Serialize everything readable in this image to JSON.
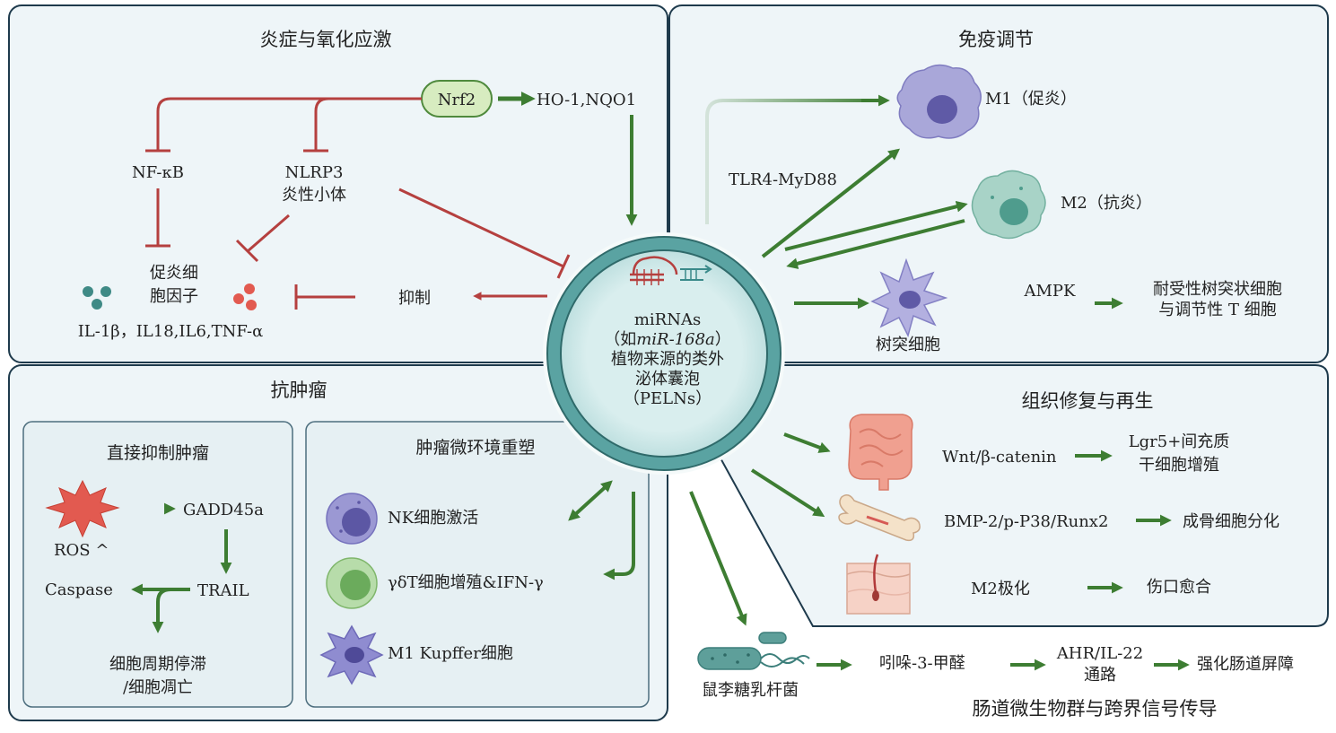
{
  "panels": {
    "inflammation": {
      "title": "炎症与氧化应激",
      "nrf2": "Nrf2",
      "ho1_nqo1": "HO-1,NQO1",
      "nfkb": "NF-κB",
      "nlrp3_line1": "NLRP3",
      "nlrp3_line2": "炎性小体",
      "proinflammatory_line1": "促炎细",
      "proinflammatory_line2": "胞因子",
      "cytokines": "IL-1β，IL18,IL6,TNF-α",
      "inhibit": "抑制"
    },
    "immune": {
      "title": "免疫调节",
      "m1": "M1（促炎）",
      "m2": "M2（抗炎）",
      "tlr4": "TLR4-MyD88",
      "ampk": "AMPK",
      "dc": "树突细胞",
      "tolerant_line1": "耐受性树突状细胞",
      "tolerant_line2": "与调节性 T 细胞"
    },
    "antitumor": {
      "title": "抗肿瘤",
      "direct": {
        "title": "直接抑制肿瘤",
        "ros": "ROS ^",
        "gadd45a": "GADD45a",
        "trail": "TRAIL",
        "caspase": "Caspase",
        "outcome_line1": "细胞周期停滞",
        "outcome_line2": "/细胞凋亡"
      },
      "microenv": {
        "title": "肿瘤微环境重塑",
        "nk": "NK细胞激活",
        "gdt": "γδT细胞增殖&IFN-γ",
        "kupffer": "M1 Kupffer细胞"
      }
    },
    "repair": {
      "title": "组织修复与再生",
      "wnt": "Wnt/β-catenin",
      "lgr5_line1": "Lgr5+间充质",
      "lgr5_line2": "干细胞增殖",
      "bmp": "BMP-2/p-P38/Runx2",
      "osteo": "成骨细胞分化",
      "m2pol": "M2极化",
      "wound": "伤口愈合"
    },
    "microbiota": {
      "title": "肠道微生物群与跨界信号传导",
      "bacteria": "鼠李糖乳杆菌",
      "indole": "吲哚-3-甲醛",
      "ahr_line1": "AHR/IL-22",
      "ahr_line2": "通路",
      "barrier": "强化肠道屏障"
    }
  },
  "center": {
    "line1": "miRNAs",
    "line2_prefix": "（如",
    "line2_italic": "miR-168a",
    "line2_suffix": "）",
    "line3": "植物来源的类外",
    "line4": "泌体囊泡",
    "line5": "（PELNs）"
  },
  "colors": {
    "activate": "#3d7d32",
    "inhibit": "#b5403f",
    "panel_fill": "#eef5f8",
    "panel_border": "#1e3a4c",
    "vesicle_ring": "#4a9a9a",
    "vesicle_fill": "#d4ebeb"
  }
}
